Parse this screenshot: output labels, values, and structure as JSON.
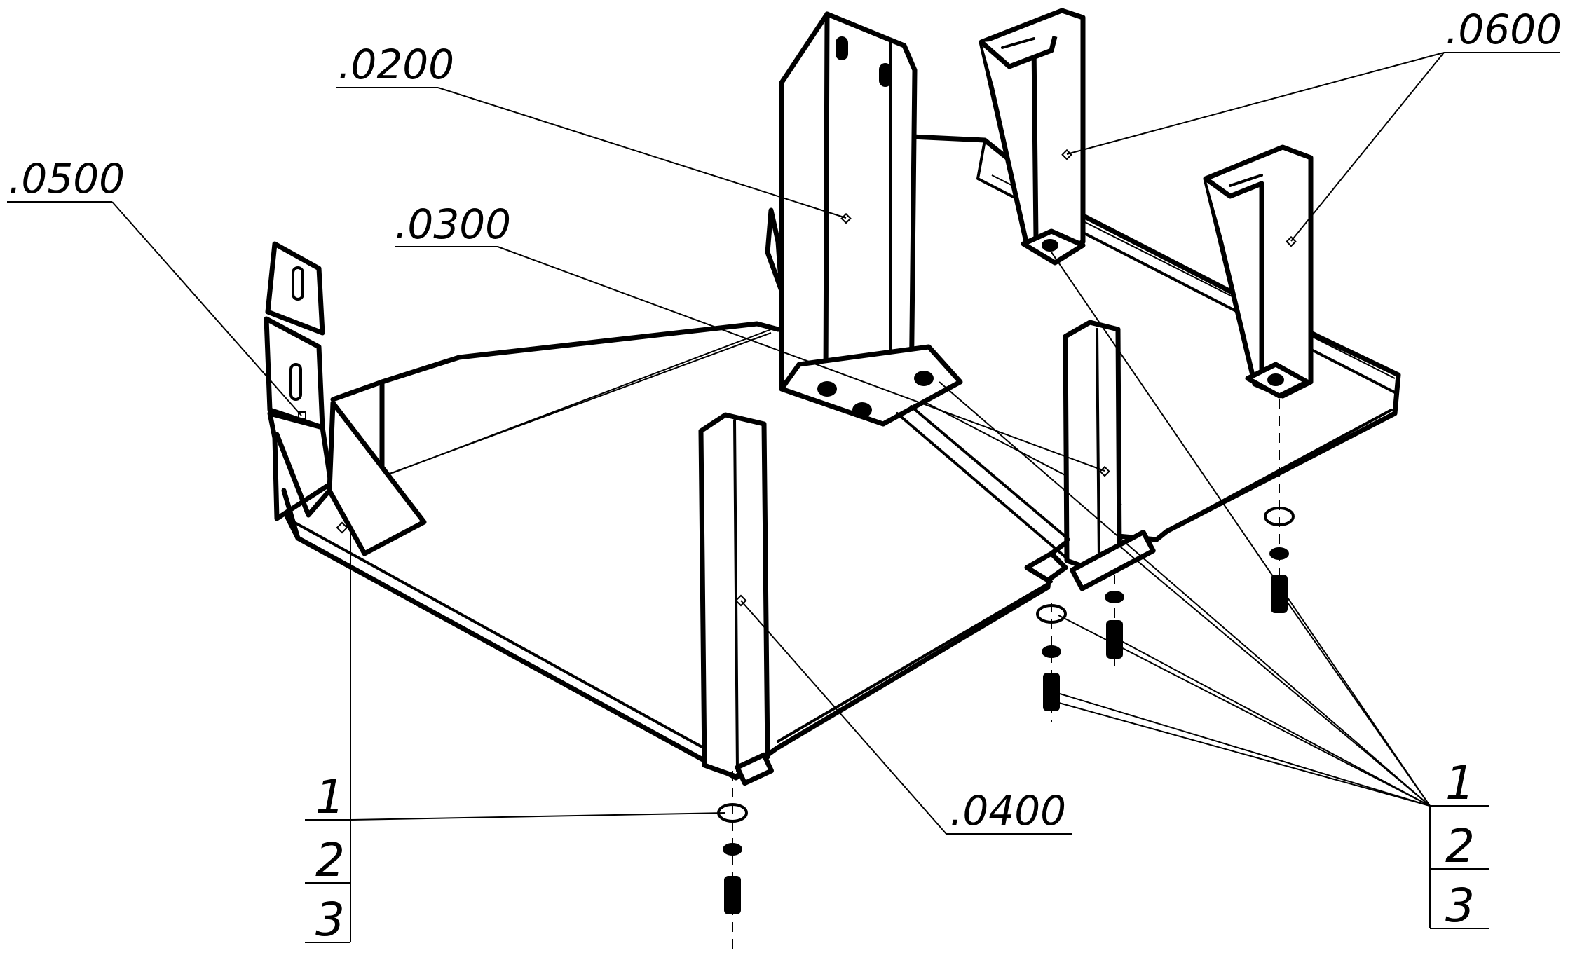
{
  "drawing": {
    "part_labels": {
      "p0200": ".0200",
      "p0300": ".0300",
      "p0400": ".0400",
      "p0500": ".0500",
      "p0600": ".0600"
    },
    "left_stack": [
      "1",
      "2",
      "3"
    ],
    "right_stack": [
      "1",
      "2",
      "3"
    ]
  }
}
